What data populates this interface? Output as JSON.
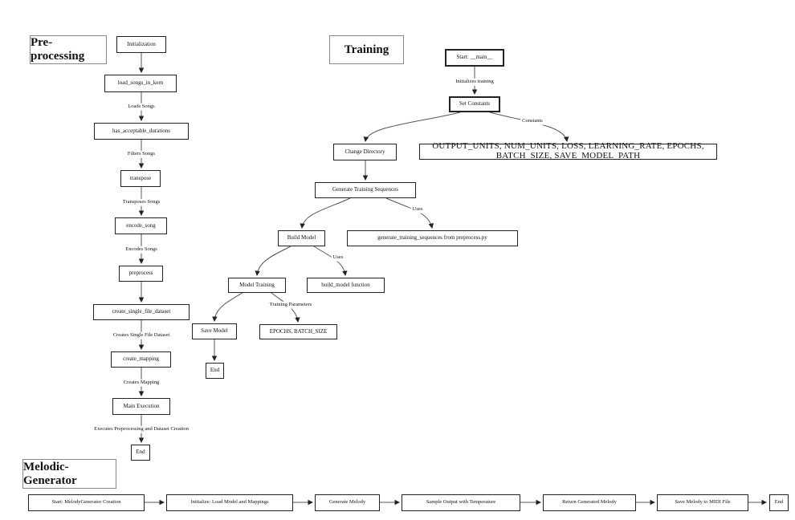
{
  "preprocessing": {
    "title": "Pre-processing",
    "nodes": {
      "initialization": "Initialization",
      "load_songs_in_kern": "load_songs_in_kern",
      "has_acceptable_durations": "has_acceptable_durations",
      "transpose": "transpose",
      "encode_song": "encode_song",
      "preprocess": "preprocess",
      "create_single_file_dataset": "create_single_file_dataset",
      "create_mapping": "create_mapping",
      "main_execution": "Main Execution",
      "end": "End"
    },
    "edge_labels": {
      "loads_songs": "Loads Songs",
      "filters_songs": "Filters Songs",
      "transposes_songs": "Transposes Songs",
      "encodes_songs": "Encodes Songs",
      "creates_single_file_dataset": "Creates Single File Dataset",
      "creates_mapping": "Creates Mapping",
      "executes": "Executes Preprocessing and Dataset Creation"
    }
  },
  "training": {
    "title": "Training",
    "nodes": {
      "start_main": "Start: __main__",
      "set_constants": "Set Constants",
      "change_directory": "Change Directory",
      "constants_list": "OUTPUT_UNITS, NUM_UNITS, LOSS, LEARNING_RATE, EPOCHS, BATCH_SIZE, SAVE_MODEL_PATH",
      "generate_training_sequences": "Generate Training Sequences",
      "build_model": "Build Model",
      "generate_training_sequences_from": "generate_training_sequences from preprocess.py",
      "model_training": "Model Training",
      "build_model_function": "build_model function",
      "save_model": "Save Model",
      "epochs_batch_size": "EPOCHS, BATCH_SIZE",
      "end": "End"
    },
    "edge_labels": {
      "initializes_training": "Initializes training",
      "constants": "Constants",
      "uses_sequences": "Uses",
      "uses_build": "Uses",
      "training_parameters": "Training Parameters"
    }
  },
  "melodic_generator": {
    "title": "Melodic-Generator",
    "nodes": {
      "start": "Start: MelodyGenerator Creation",
      "initialize": "Initialize: Load Model and Mappings",
      "generate_melody": "Generate Melody",
      "sample_output": "Sample Output with Temperature",
      "return_melody": "Return Generated Melody",
      "save_midi": "Save Melody to MIDI File",
      "end": "End"
    }
  },
  "colors": {
    "node_border": "#222222",
    "edge_line": "#555555",
    "background": "#ffffff"
  }
}
